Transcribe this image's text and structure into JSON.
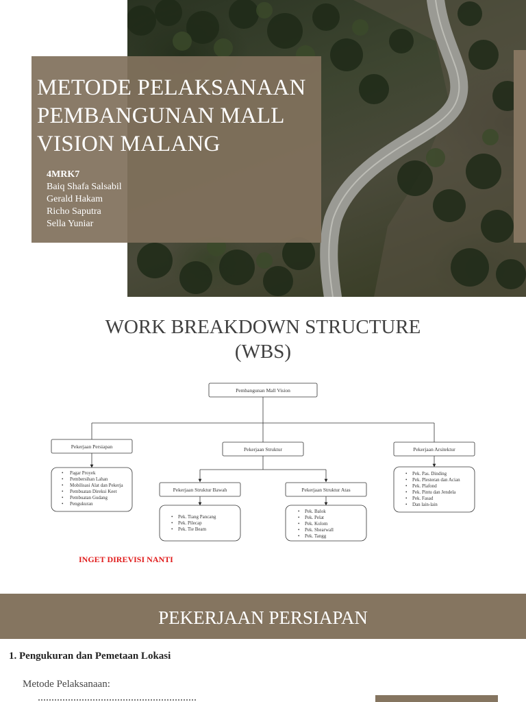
{
  "slide1": {
    "title_lines": [
      "METODE PELAKSANAAN",
      "PEMBANGUNAN MALL",
      "VISION MALANG"
    ],
    "team_code": "4MRK7",
    "members": [
      "Baiq Shafa Salsabil",
      "Gerald Hakam",
      "Richo Saputra",
      "Sella Yuniar"
    ]
  },
  "slide2": {
    "title_lines": [
      "WORK BREAKDOWN STRUCTURE",
      "(WBS)"
    ],
    "wbs": {
      "root": "Pembangunan Mall Vision",
      "level1": [
        "Pekerjaan Persiapan",
        "Pekerjaan Struktur",
        "Pekerjaan Arsitektur"
      ],
      "persiapan_items": [
        "Pagar Proyek",
        "Pembersihan Lahan",
        "Mobilisasi Alat dan Pekerja",
        "Pembuatan Direksi Keet",
        "Pembuatan Gudang",
        "Pengukuran"
      ],
      "struktur_children": [
        "Pekerjaan Struktur Bawah",
        "Pekerjaan Struktur Atas"
      ],
      "struktur_bawah_items": [
        "Pek. Tiang Pancang",
        "Pek. Pilecap",
        "Pek. Tie Beam"
      ],
      "struktur_atas_items": [
        "Pek. Balok",
        "Pek. Pelat",
        "Pek. Kolom",
        "Pek. Shearwall",
        "Pek. Tangg"
      ],
      "arsitektur_items": [
        "Pek. Pas. Dinding",
        "Pek. Plesteran dan Acian",
        "Pek. Plafond",
        "Pek. Pintu dan Jendela",
        "Pek. Fasad",
        "Dan lain-lain"
      ]
    },
    "revise_note": "INGET DIREVISI NANTI"
  },
  "slide3": {
    "section_title": "PEKERJAAN PERSIAPAN",
    "sub_heading": "1. Pengukuran dan Pemetaan Lokasi",
    "method_label": "Metode Pelaksanaan:"
  },
  "colors": {
    "brand_taupe": "#857560",
    "title_box": "#81715c",
    "revise_red": "#e01b1b",
    "heading_gray": "#404040"
  }
}
